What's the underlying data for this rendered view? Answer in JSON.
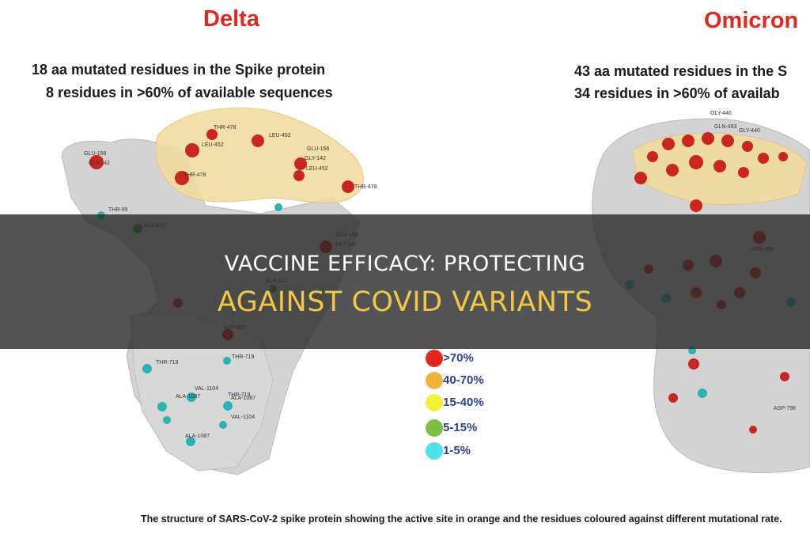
{
  "figure": {
    "delta": {
      "title": "Delta",
      "line1": "18 aa mutated residues in the Spike protein",
      "line2": "8 residues in >60% of available sequences",
      "labels": [
        "THR-478",
        "LEU-452",
        "LEU-452",
        "GLU-156",
        "GLY-142",
        "GLU-156",
        "GLY-142",
        "THR-478",
        "LEU-452",
        "THR-478",
        "THR-95",
        "ALA-222",
        "GLU-156",
        "GLY-142",
        "ALA-222",
        "ASP-950",
        "THR-719",
        "THR-719",
        "ALA-1087",
        "VAL-1104",
        "THR-719",
        "ALA-1087",
        "VAL-1104",
        "ALA-1087"
      ]
    },
    "omicron": {
      "title": "Omicron",
      "line1": "43 aa mutated residues in the S",
      "line2": "34 residues in >60% of availab",
      "labels": [
        "GLY-446",
        "GLN-493",
        "GLY-440",
        "ASN-969",
        "ASP-796"
      ]
    },
    "legend": [
      {
        "label": ">70%",
        "color": "#e3261f"
      },
      {
        "label": "40-70%",
        "color": "#f0b43c"
      },
      {
        "label": "15-40%",
        "color": "#f5f03a"
      },
      {
        "label": "5-15%",
        "color": "#7dbf44"
      },
      {
        "label": "1-5%",
        "color": "#4fe3e8"
      }
    ],
    "caption": "The structure of SARS-CoV-2 spike protein showing the active site in orange and the residues coloured against different mutational rate."
  },
  "overlay": {
    "line1": "VACCINE EFFICACY: PROTECTING",
    "line2": "AGAINST COVID VARIANTS"
  }
}
